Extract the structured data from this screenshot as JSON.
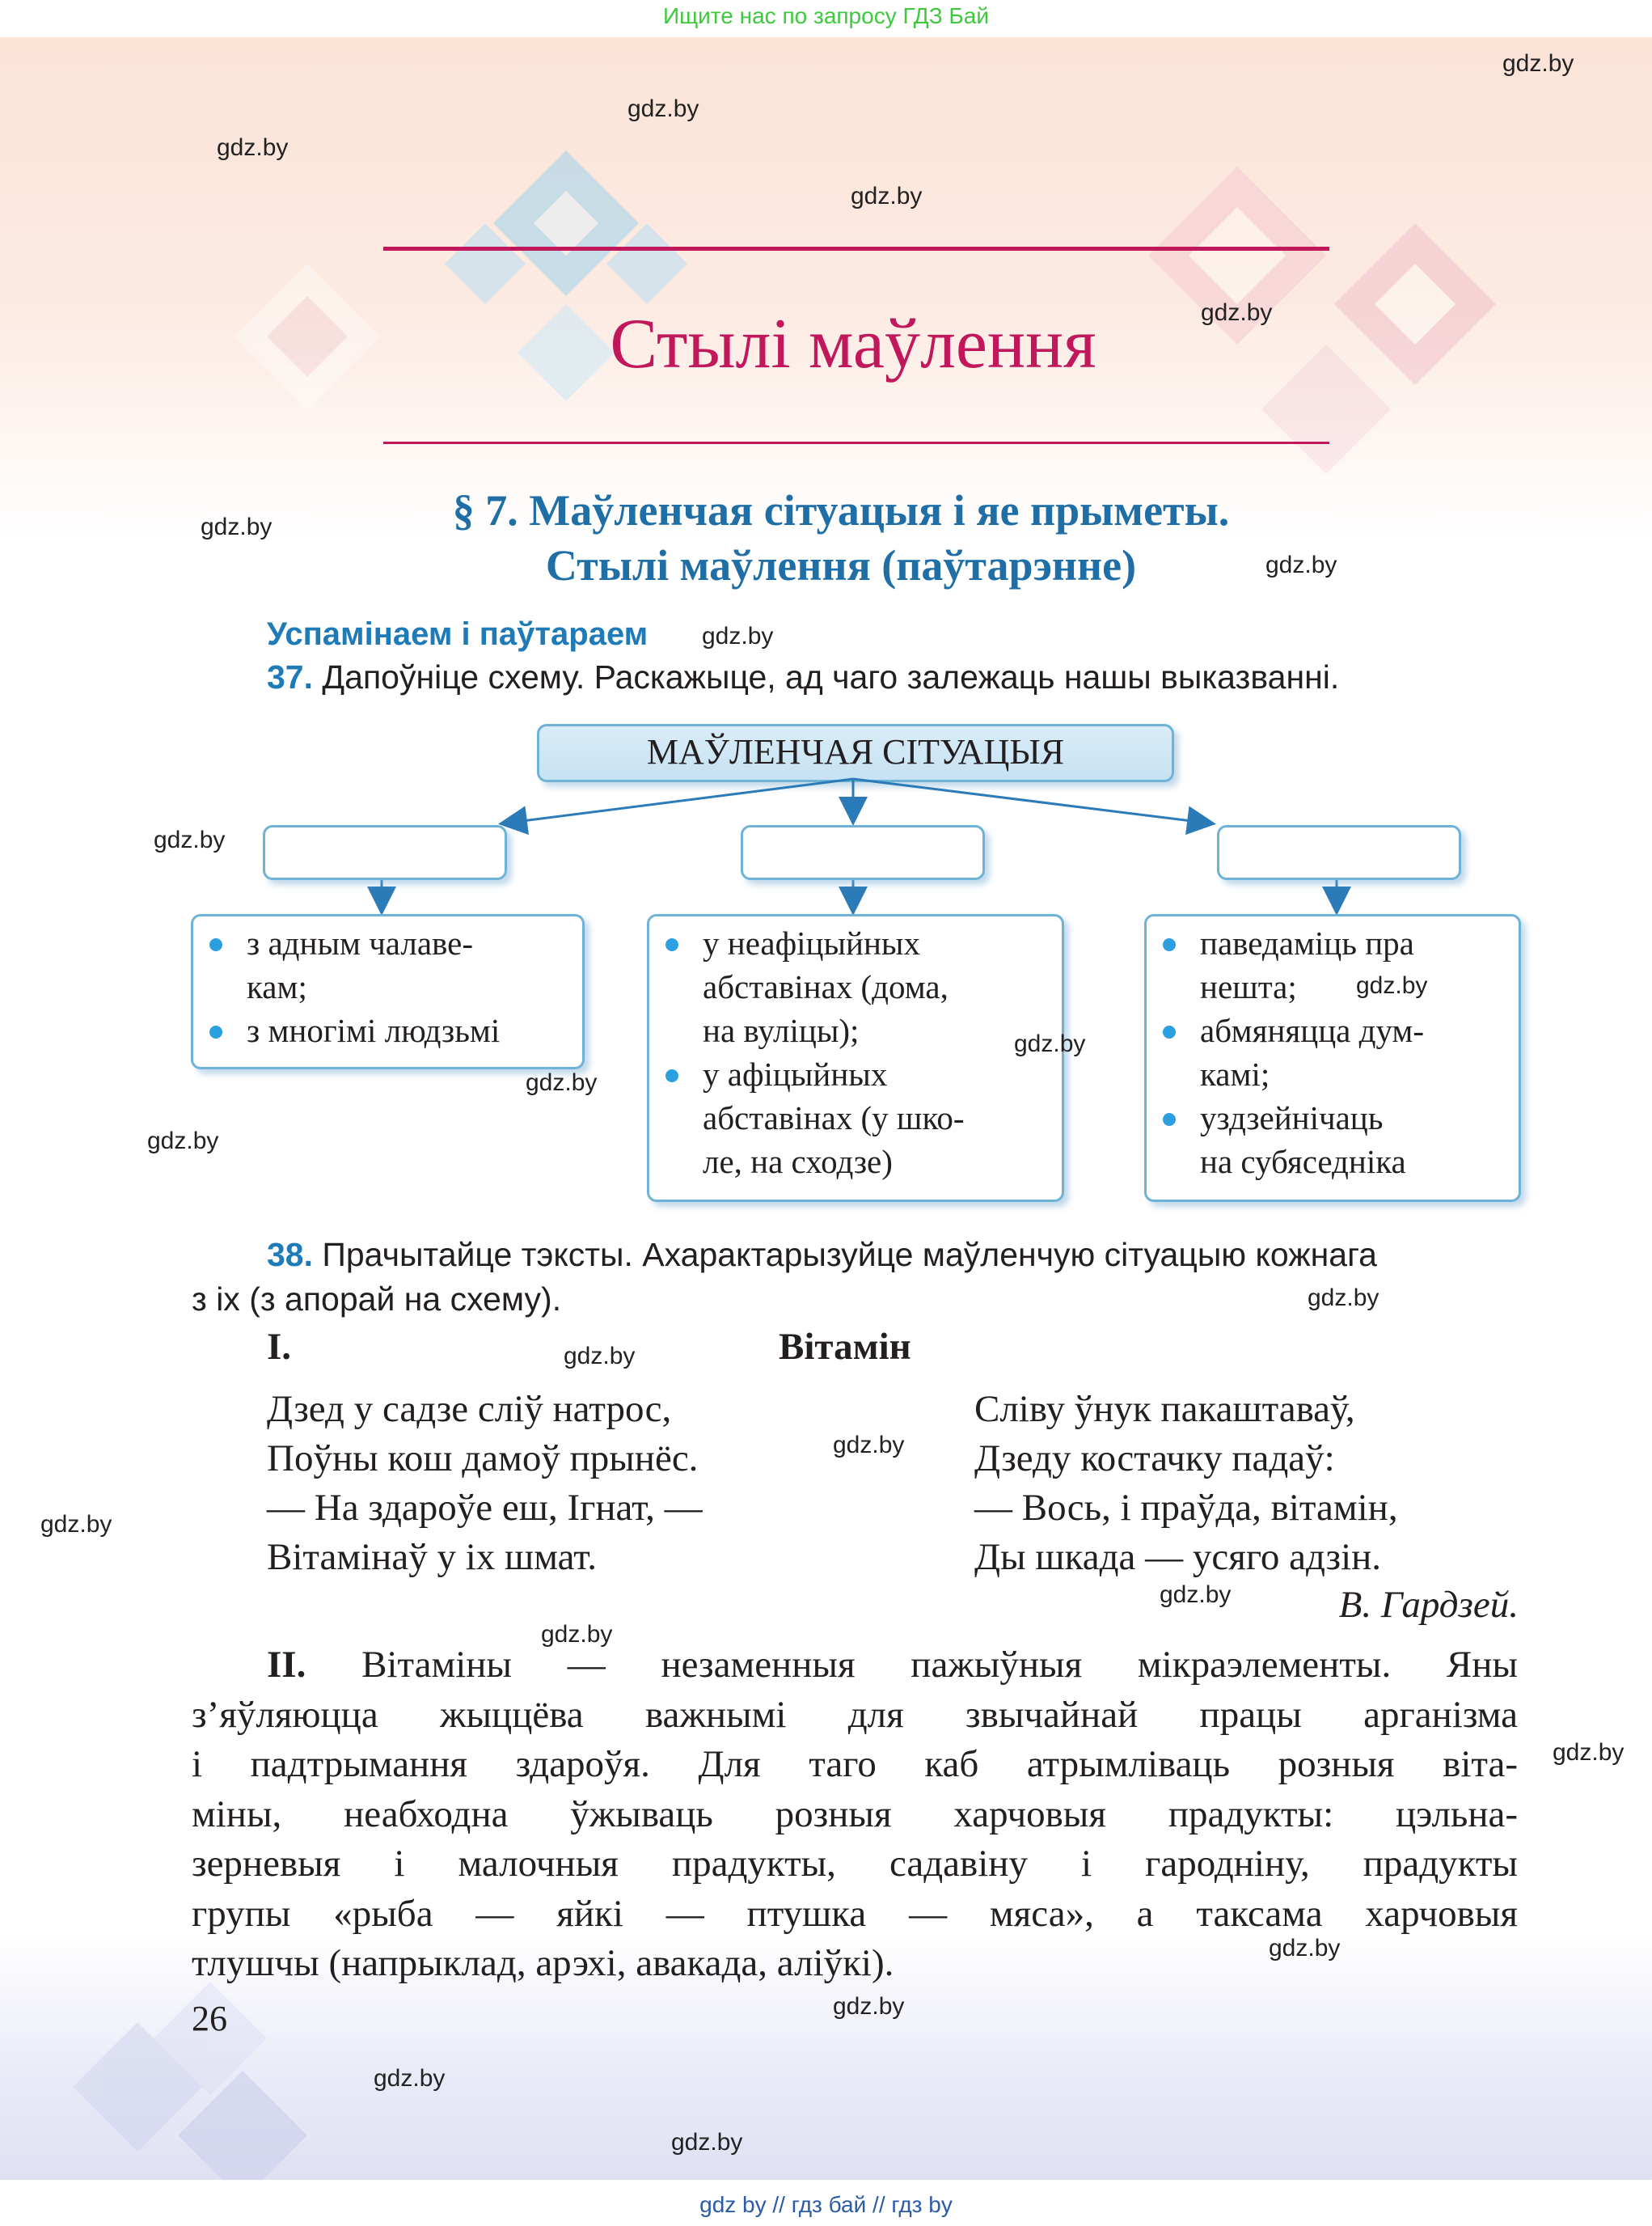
{
  "top_banner": "Ищите нас по запросу ГДЗ Бай",
  "chapter_title": "Стылі маўлення",
  "paragraph_title": {
    "line1": "§ 7. Маўленчая сітуацыя і яе прыметы.",
    "line2": "Стылі маўлення (паўтарэнне)"
  },
  "section_label": "Успамінаем і паўтараем",
  "task37": {
    "number": "37.",
    "text": "Дапоўніце схему. Раскажыце, ад чаго залежаць нашы выказванні."
  },
  "diagram": {
    "title": "МАЎЛЕНЧАЯ СІТУАЦЫЯ",
    "columns": [
      {
        "items": [
          {
            "lines": [
              "з адным чалаве-",
              "кам;"
            ]
          },
          {
            "lines": [
              "з многімі людзьмі"
            ]
          }
        ]
      },
      {
        "items": [
          {
            "lines": [
              "у неафіцыйных",
              "абставінах (дома,",
              "на вуліцы);"
            ]
          },
          {
            "lines": [
              "у афіцыйных",
              "абставінах (у шко-",
              "ле, на сходзе)"
            ]
          }
        ]
      },
      {
        "items": [
          {
            "lines": [
              "паведаміць пра",
              "нешта;"
            ]
          },
          {
            "lines": [
              "абмяняцца дум-",
              "камі;"
            ]
          },
          {
            "lines": [
              "уздзейнічаць",
              "на субяседніка"
            ]
          }
        ]
      }
    ]
  },
  "task38": {
    "number": "38.",
    "line1": "Прачытайце тэксты. Ахарактарызуйце маўленчую сітуацыю кожнага",
    "line2": "з іх (з апорай на схему)."
  },
  "poem": {
    "part": "I.",
    "title": "Вітамін",
    "left_stanza": [
      "Дзед у садзе сліў натрос,",
      "Поўны кош дамоў прынёс.",
      "— На здароўе еш, Ігнат, —",
      "Вітамінаў у іх шмат."
    ],
    "right_stanza": [
      "Сліву ўнук пакаштаваў,",
      "Дзеду костачку падаў:",
      "— Вось, і праўда, вітамін,",
      "Ды шкада — усяго адзін."
    ],
    "author": "В. Гардзей."
  },
  "text2": {
    "part": "II.",
    "lines": [
      " Вітаміны — незаменныя пажыўныя мікраэлементы. Яны",
      "з’яўляюцца жыццёва важнымі для звычайнай працы арганізма",
      "і падтрымання здароўя. Для таго каб атрымліваць розныя віта-",
      "міны, неабходна ўжываць розныя харчовыя прадукты: цэльна-",
      "зерневыя і малочныя прадукты, садавіну і гародніну, прадукты",
      "групы «рыба — яйкі — птушка — мяса», а таксама харчовыя",
      "тлушчы (напрыклад, арэхі, авакада, аліўкі)."
    ]
  },
  "page_number": "26",
  "watermark": "gdz.by",
  "bottom_links": "gdz by  //  гдз бай  //  гдз by",
  "colors": {
    "accent": "#c0185b",
    "heading_blue": "#1f6fa6",
    "box_border": "#6fb2d8",
    "bullet": "#2aa0e0",
    "banner_green": "#3ec93e"
  }
}
